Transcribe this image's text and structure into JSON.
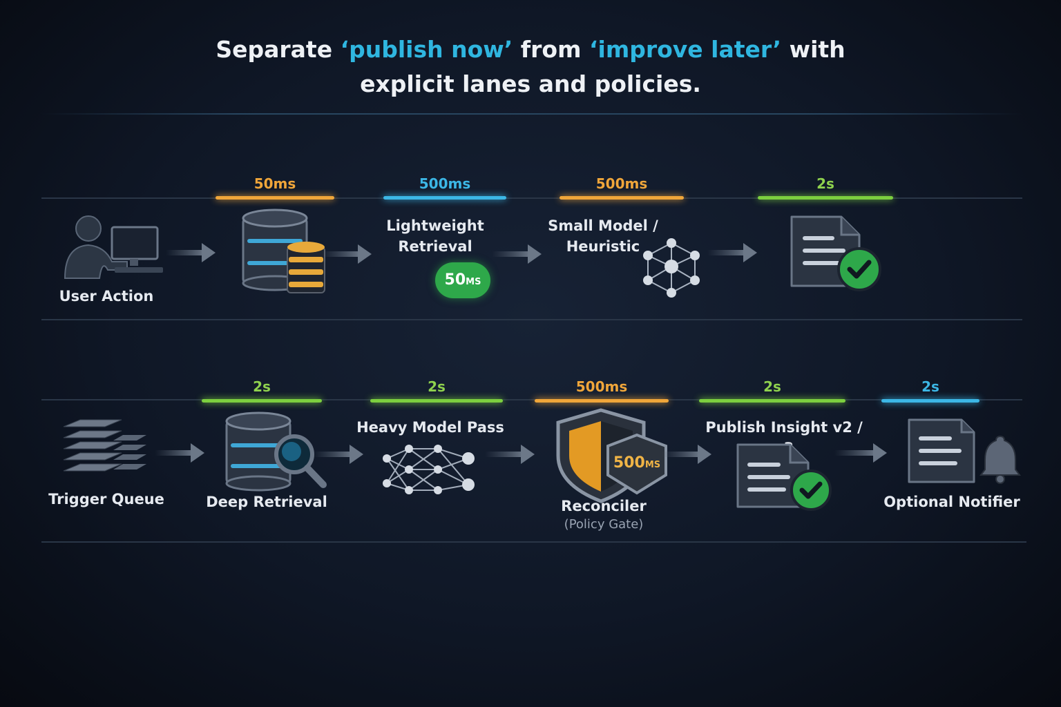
{
  "title": {
    "line1_a": "Separate ",
    "line1_hl1": "‘publish now’",
    "line1_b": " from ",
    "line1_hl2": "‘improve later’",
    "line1_c": " with",
    "line2": "explicit lanes and policies."
  },
  "lane1": {
    "latencies": [
      {
        "label": "50ms",
        "color": "orange"
      },
      {
        "label": "500ms",
        "color": "blue"
      },
      {
        "label": "500ms",
        "color": "orange"
      },
      {
        "label": "2s",
        "color": "green"
      }
    ],
    "nodes": {
      "user_action": "User Action",
      "lightweight_retrieval_1": "Lightweight",
      "lightweight_retrieval_2": "Retrieval",
      "badge_value": "50",
      "badge_unit": "MS",
      "small_model_1": "Small Model /",
      "small_model_2": "Heuristic"
    }
  },
  "lane2": {
    "latencies": [
      {
        "label": "2s",
        "color": "green"
      },
      {
        "label": "2s",
        "color": "green"
      },
      {
        "label": "500ms",
        "color": "orange"
      },
      {
        "label": "2s",
        "color": "green"
      },
      {
        "label": "2s",
        "color": "blue"
      }
    ],
    "nodes": {
      "trigger_queue": "Trigger Queue",
      "deep_retrieval": "Deep Retrieval",
      "heavy_model": "Heavy Model Pass",
      "reconciler": "Reconciler",
      "policy_gate": "(Policy Gate)",
      "shield_value": "500",
      "shield_unit": "MS",
      "publish_insight": "Publish Insight v2 / v3",
      "optional_notifier": "Optional Notifier"
    }
  },
  "colors": {
    "orange": "#f0a63a",
    "blue": "#3cb7e6",
    "green": "#7ccf3f",
    "check": "#2ea84a"
  }
}
